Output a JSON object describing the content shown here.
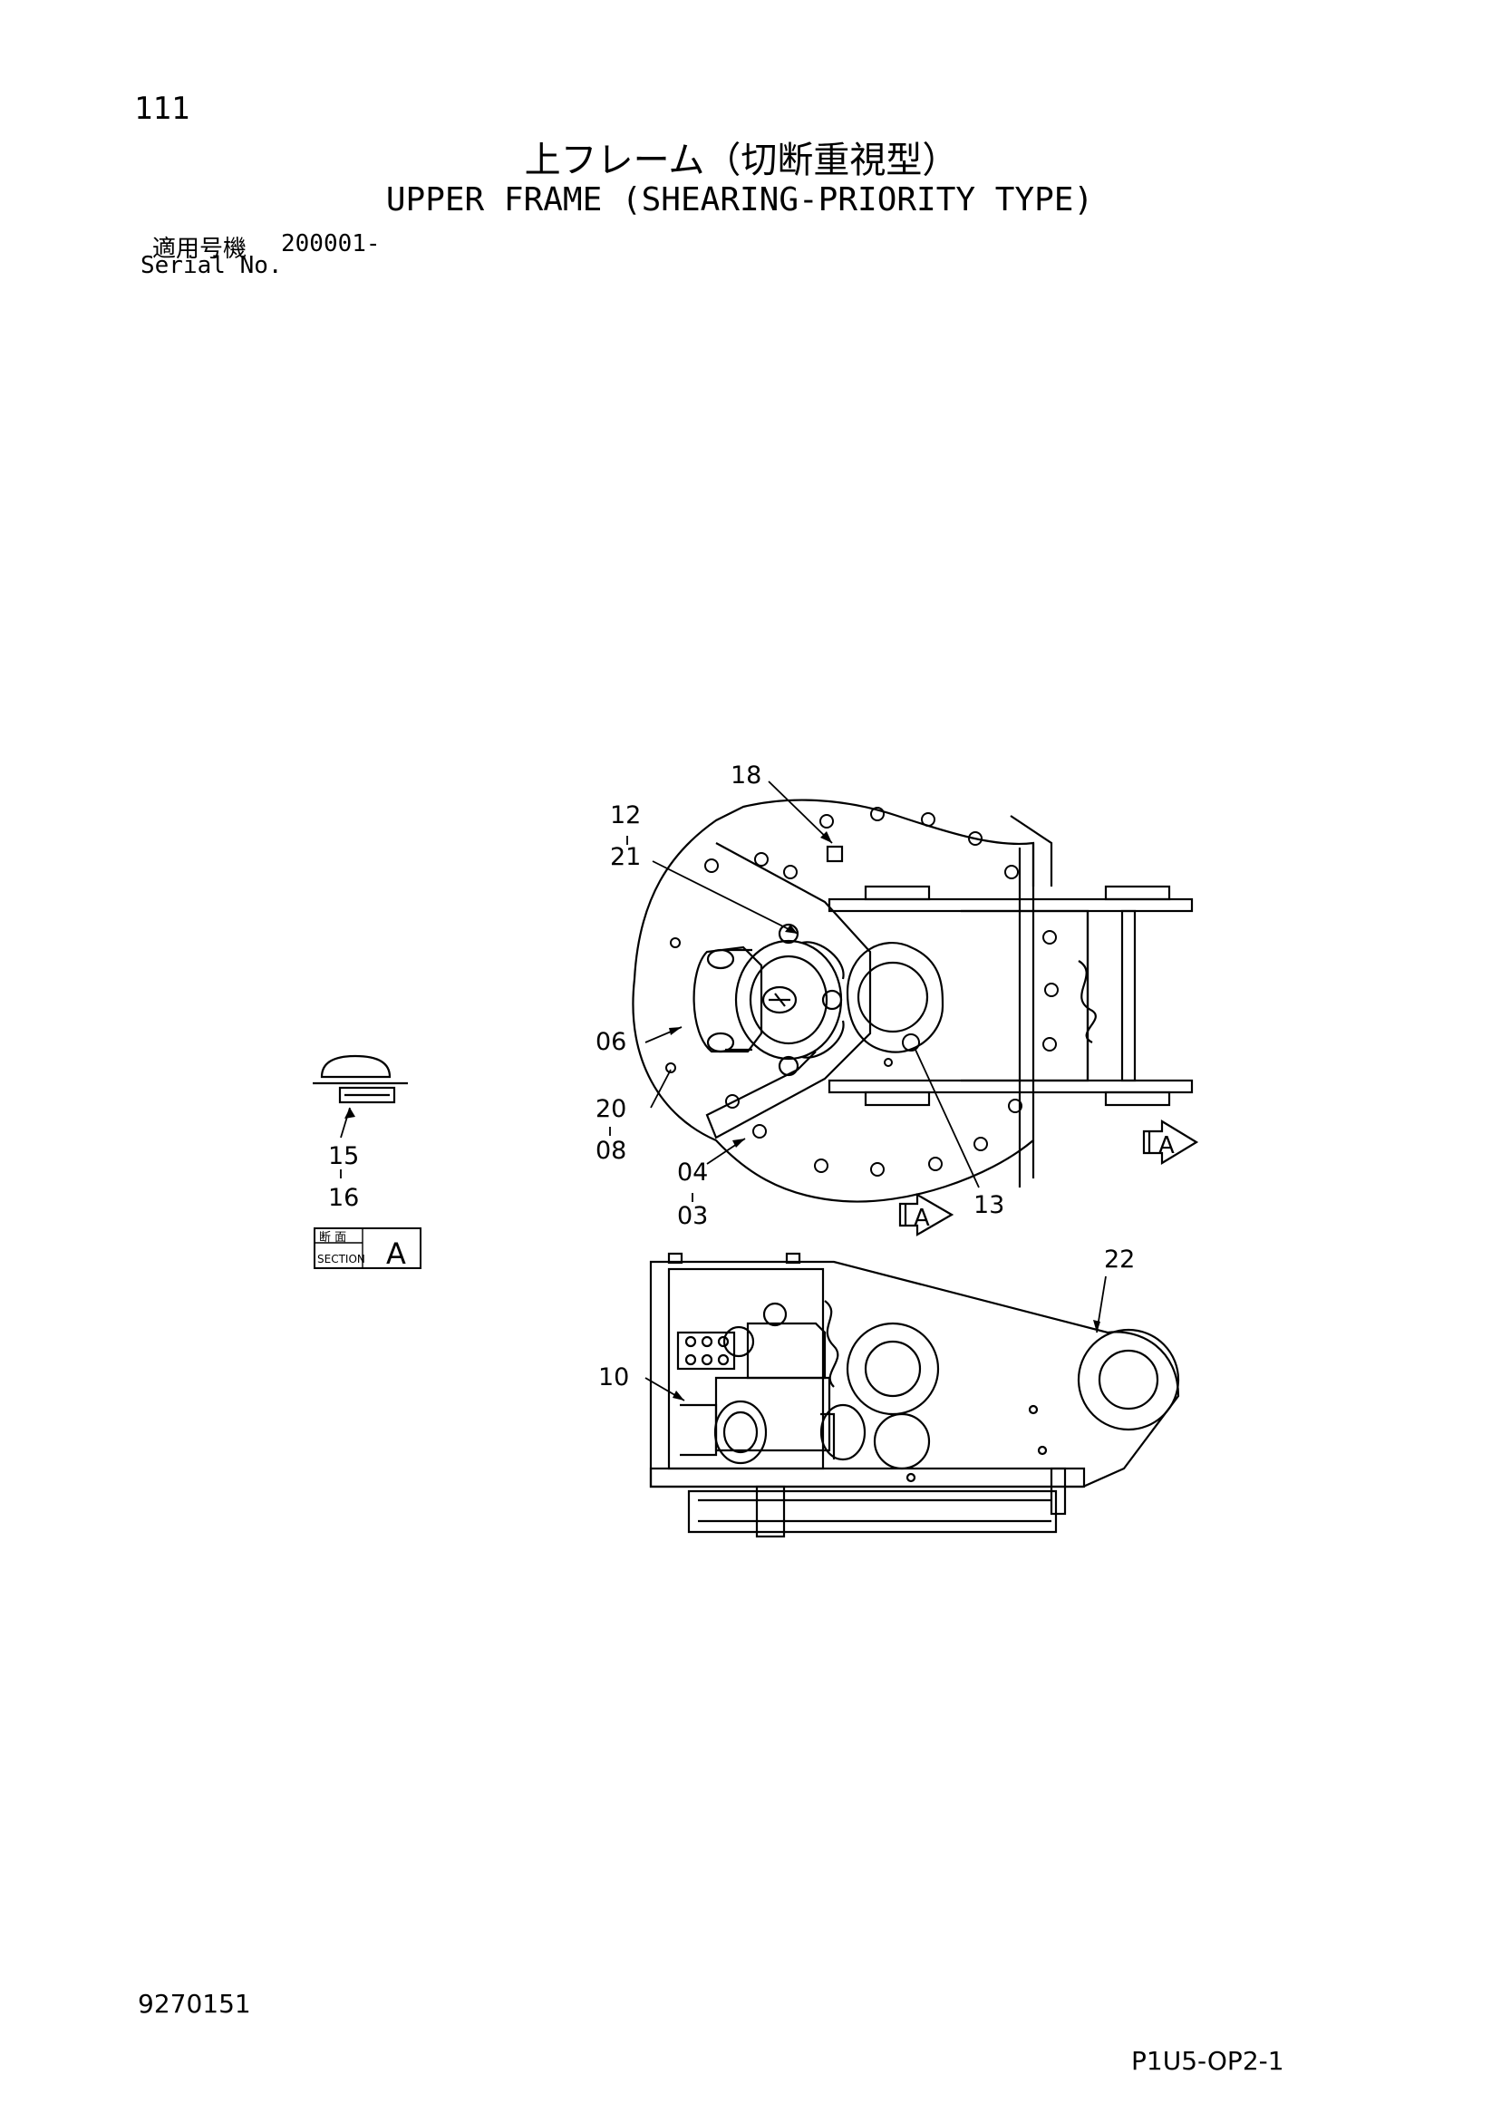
{
  "header": {
    "page_number": "111",
    "title_jp": "上フレーム（切断重視型）",
    "title_en": "UPPER FRAME (SHEARING-PRIORITY TYPE)",
    "serial_label_jp": "適用号機",
    "serial_value": "200001-",
    "serial_label_en": "Serial No."
  },
  "callouts": {
    "c18": "18",
    "c12": "12",
    "c21": "21",
    "c06": "06",
    "c20": "20",
    "c08": "08",
    "c04": "04",
    "c03": "03",
    "c13": "13",
    "c22": "22",
    "c10": "10",
    "c15": "15",
    "c16": "16"
  },
  "section_marker": {
    "label_jp": "断 面",
    "label_en": "SECTION",
    "letter": "A"
  },
  "view_arrows": {
    "bottom": "A",
    "right": "A"
  },
  "footer": {
    "drawing_number": "9270151",
    "sheet_code": "P1U5-OP2-1"
  }
}
